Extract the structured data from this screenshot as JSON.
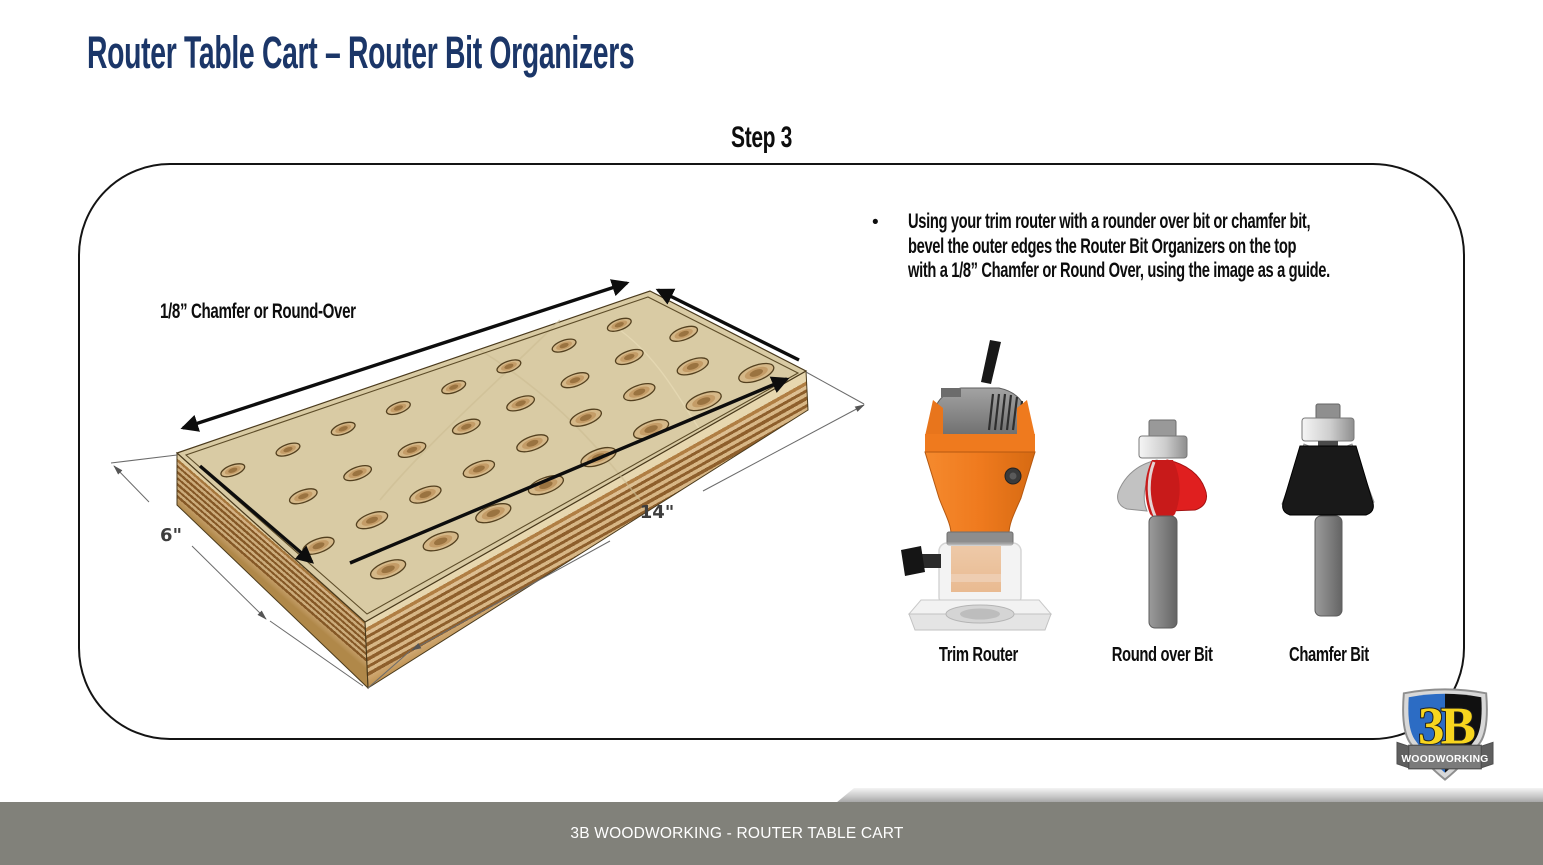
{
  "slide": {
    "title": "Router Table Cart – Router Bit Organizers",
    "step_label": "Step 3"
  },
  "diagram": {
    "edge_label": "1/8” Chamfer or Round-Over",
    "length_label": "14\"",
    "width_label": "6\""
  },
  "instruction": {
    "bullet": "•",
    "lines": [
      "Using your trim router with a rounder over bit or chamfer bit,",
      "bevel the outer edges the Router Bit Organizers on the top",
      "with a 1/8” Chamfer or Round Over, using the image as a guide."
    ]
  },
  "tools": [
    {
      "name": "Trim Router"
    },
    {
      "name": "Round over Bit"
    },
    {
      "name": "Chamfer Bit"
    }
  ],
  "logo": {
    "monogram": "3B",
    "banner": "WOODWORKING"
  },
  "footer": {
    "text": "3B WOODWORKING - ROUTER TABLE CART"
  },
  "colors": {
    "title": "#1b3668",
    "accent_orange": "#ef7a1e",
    "bit_red": "#e01f1f",
    "board_top": "#d9cba4",
    "footer_bar": "#81817a",
    "logo_blue": "#2c6cc4",
    "logo_yellow": "#f7d51e"
  }
}
